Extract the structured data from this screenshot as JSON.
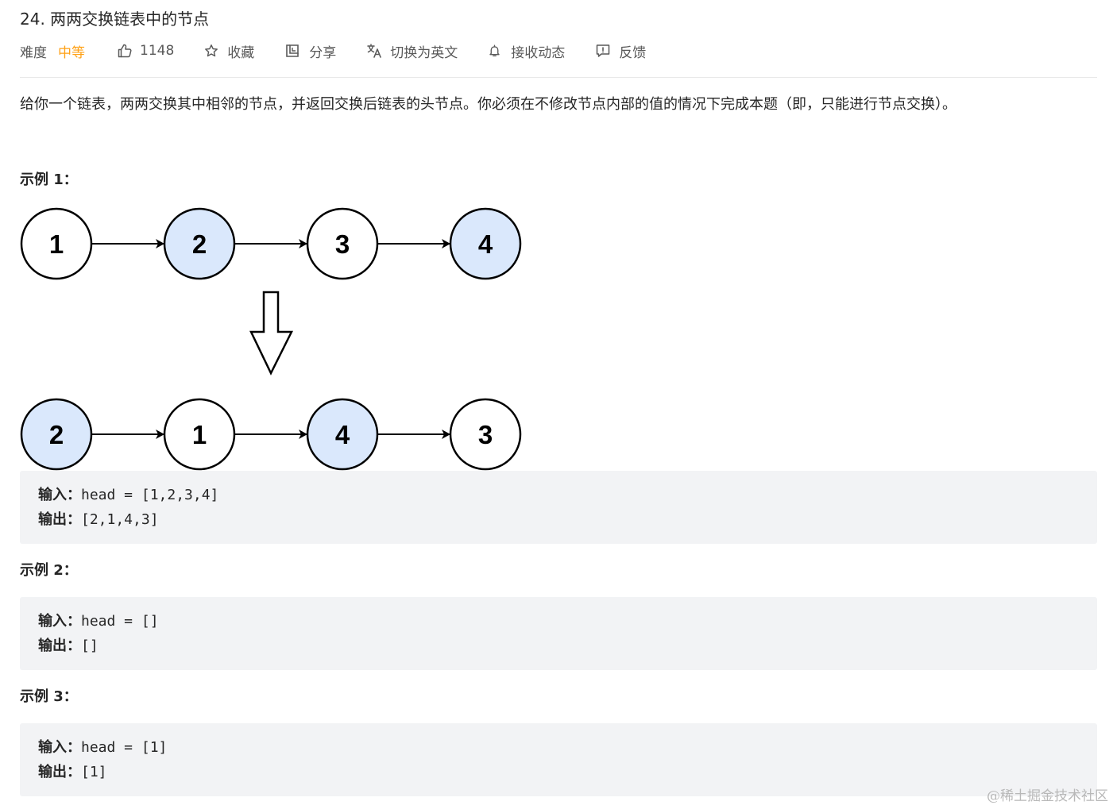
{
  "problem": {
    "title": "24. 两两交换链表中的节点"
  },
  "toolbar": {
    "difficulty_label": "难度",
    "difficulty_value": "中等",
    "likes_count": "1148",
    "collect_label": "收藏",
    "share_label": "分享",
    "translate_label": "切换为英文",
    "subscribe_label": "接收动态",
    "feedback_label": "反馈"
  },
  "description": "给你一个链表，两两交换其中相邻的节点，并返回交换后链表的头节点。你必须在不修改节点内部的值的情况下完成本题（即，只能进行节点交换）。",
  "examples": [
    {
      "heading": "示例 1：",
      "input_key": "输入：",
      "input_value": "head = [1,2,3,4]",
      "output_key": "输出：",
      "output_value": "[2,1,4,3]"
    },
    {
      "heading": "示例 2：",
      "input_key": "输入：",
      "input_value": "head = []",
      "output_key": "输出：",
      "output_value": "[]"
    },
    {
      "heading": "示例 3：",
      "input_key": "输入：",
      "input_value": "head = [1]",
      "output_key": "输出：",
      "output_value": "[1]"
    }
  ],
  "diagram": {
    "before_nodes": [
      "1",
      "2",
      "3",
      "4"
    ],
    "after_nodes": [
      "2",
      "1",
      "4",
      "3"
    ],
    "highlighted_before": [
      false,
      true,
      false,
      true
    ],
    "highlighted_after": [
      true,
      false,
      true,
      false
    ],
    "highlight_color": "#dae8fc",
    "node_stroke_color": "#000000"
  },
  "colors": {
    "difficulty_medium": "#ffa116",
    "code_background": "#f2f3f5",
    "divider": "#e8e8e8"
  },
  "watermark": "@稀土掘金技术社区"
}
